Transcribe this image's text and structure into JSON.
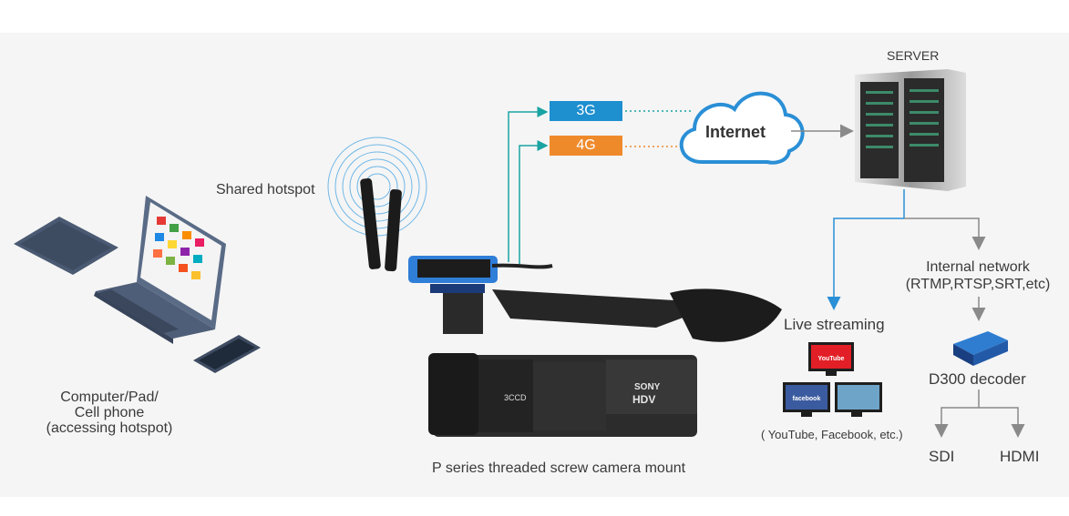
{
  "labels": {
    "server": "SERVER",
    "internet": "Internet",
    "shared_hotspot": "Shared hotspot",
    "device_line1": "Computer/Pad/",
    "device_line2": "Cell phone",
    "device_line3": "(accessing hotspot)",
    "camera_mount": "P series threaded screw camera mount",
    "live_streaming": "Live streaming",
    "platforms": "( YouTube, Facebook, etc.)",
    "internal_network_line1": "Internal network",
    "internal_network_line2": "(RTMP,RTSP,SRT,etc)",
    "decoder": "D300 decoder",
    "sdi": "SDI",
    "hdmi": "HDMI"
  },
  "badges": {
    "g3": "3G",
    "g4": "4G"
  },
  "screen_brands": {
    "youtube": "YouTube",
    "facebook": "facebook",
    "camera_brand": "SONY",
    "camera_model": "HDV",
    "ccd": "3CCD"
  },
  "colors": {
    "g3": "#1e8fcf",
    "g4": "#ef8a2b",
    "teal": "#1aa3a3",
    "blue_arrow": "#2a8fd6",
    "gray_arrow": "#8a8a8a"
  }
}
